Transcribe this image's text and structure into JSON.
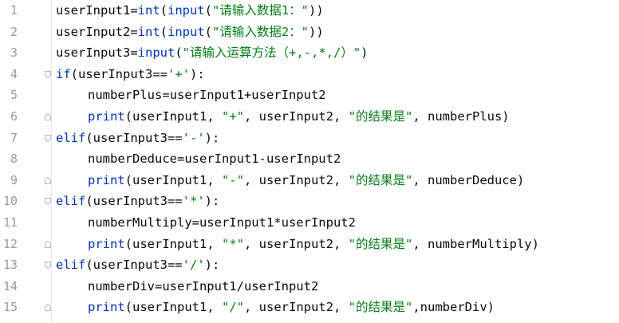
{
  "colors": {
    "keyword": "#0033b3",
    "string": "#067d17",
    "text": "#080808",
    "line_number": "#999999",
    "background": "#ffffff"
  },
  "lines": [
    {
      "number": "1",
      "tokens": [
        {
          "t": "plain",
          "v": "userInput1="
        },
        {
          "t": "kw",
          "v": "int"
        },
        {
          "t": "plain",
          "v": "("
        },
        {
          "t": "kw",
          "v": "input"
        },
        {
          "t": "plain",
          "v": "("
        },
        {
          "t": "str",
          "v": "\"请输入数据1：\""
        },
        {
          "t": "plain",
          "v": "))"
        }
      ]
    },
    {
      "number": "2",
      "tokens": [
        {
          "t": "plain",
          "v": "userInput2="
        },
        {
          "t": "kw",
          "v": "int"
        },
        {
          "t": "plain",
          "v": "("
        },
        {
          "t": "kw",
          "v": "input"
        },
        {
          "t": "plain",
          "v": "("
        },
        {
          "t": "str",
          "v": "\"请输入数据2：\""
        },
        {
          "t": "plain",
          "v": "))"
        }
      ]
    },
    {
      "number": "3",
      "tokens": [
        {
          "t": "plain",
          "v": "userInput3="
        },
        {
          "t": "kw",
          "v": "input"
        },
        {
          "t": "plain",
          "v": "("
        },
        {
          "t": "str",
          "v": "\"请输入运算方法（+,-,*,/）\""
        },
        {
          "t": "plain",
          "v": ")"
        }
      ]
    },
    {
      "number": "4",
      "tokens": [
        {
          "t": "kw",
          "v": "if"
        },
        {
          "t": "plain",
          "v": "(userInput3=="
        },
        {
          "t": "str",
          "v": "'+'"
        },
        {
          "t": "plain",
          "v": "):"
        }
      ]
    },
    {
      "number": "5",
      "tokens": [
        {
          "t": "plain",
          "v": "numberPlus=userInput1+userInput2"
        }
      ]
    },
    {
      "number": "6",
      "tokens": [
        {
          "t": "kw",
          "v": "print"
        },
        {
          "t": "plain",
          "v": "(userInput1, "
        },
        {
          "t": "str",
          "v": "\"+\""
        },
        {
          "t": "plain",
          "v": ", userInput2, "
        },
        {
          "t": "str",
          "v": "\"的结果是\""
        },
        {
          "t": "plain",
          "v": ", numberPlus)"
        }
      ]
    },
    {
      "number": "7",
      "tokens": [
        {
          "t": "kw",
          "v": "elif"
        },
        {
          "t": "plain",
          "v": "(userInput3=="
        },
        {
          "t": "str",
          "v": "'-'"
        },
        {
          "t": "plain",
          "v": "):"
        }
      ]
    },
    {
      "number": "8",
      "tokens": [
        {
          "t": "plain",
          "v": "numberDeduce=userInput1-userInput2"
        }
      ]
    },
    {
      "number": "9",
      "tokens": [
        {
          "t": "kw",
          "v": "print"
        },
        {
          "t": "plain",
          "v": "(userInput1, "
        },
        {
          "t": "str",
          "v": "\"-\""
        },
        {
          "t": "plain",
          "v": ", userInput2, "
        },
        {
          "t": "str",
          "v": "\"的结果是\""
        },
        {
          "t": "plain",
          "v": ", numberDeduce)"
        }
      ]
    },
    {
      "number": "10",
      "tokens": [
        {
          "t": "kw",
          "v": "elif"
        },
        {
          "t": "plain",
          "v": "(userInput3=="
        },
        {
          "t": "str",
          "v": "'*'"
        },
        {
          "t": "plain",
          "v": "):"
        }
      ]
    },
    {
      "number": "11",
      "tokens": [
        {
          "t": "plain",
          "v": "numberMultiply=userInput1*userInput2"
        }
      ]
    },
    {
      "number": "12",
      "tokens": [
        {
          "t": "kw",
          "v": "print"
        },
        {
          "t": "plain",
          "v": "(userInput1, "
        },
        {
          "t": "str",
          "v": "\"*\""
        },
        {
          "t": "plain",
          "v": ", userInput2, "
        },
        {
          "t": "str",
          "v": "\"的结果是\""
        },
        {
          "t": "plain",
          "v": ", numberMultiply)"
        }
      ]
    },
    {
      "number": "13",
      "tokens": [
        {
          "t": "kw",
          "v": "elif"
        },
        {
          "t": "plain",
          "v": "(userInput3=="
        },
        {
          "t": "str",
          "v": "'/'"
        },
        {
          "t": "plain",
          "v": "):"
        }
      ]
    },
    {
      "number": "14",
      "tokens": [
        {
          "t": "plain",
          "v": "numberDiv=userInput1/userInput2"
        }
      ]
    },
    {
      "number": "15",
      "tokens": [
        {
          "t": "kw",
          "v": "print"
        },
        {
          "t": "plain",
          "v": "(userInput1, "
        },
        {
          "t": "str",
          "v": "\"/\""
        },
        {
          "t": "plain",
          "v": ", userInput2, "
        },
        {
          "t": "str",
          "v": "\"的结果是\""
        },
        {
          "t": "plain",
          "v": ",numberDiv)"
        }
      ]
    }
  ]
}
